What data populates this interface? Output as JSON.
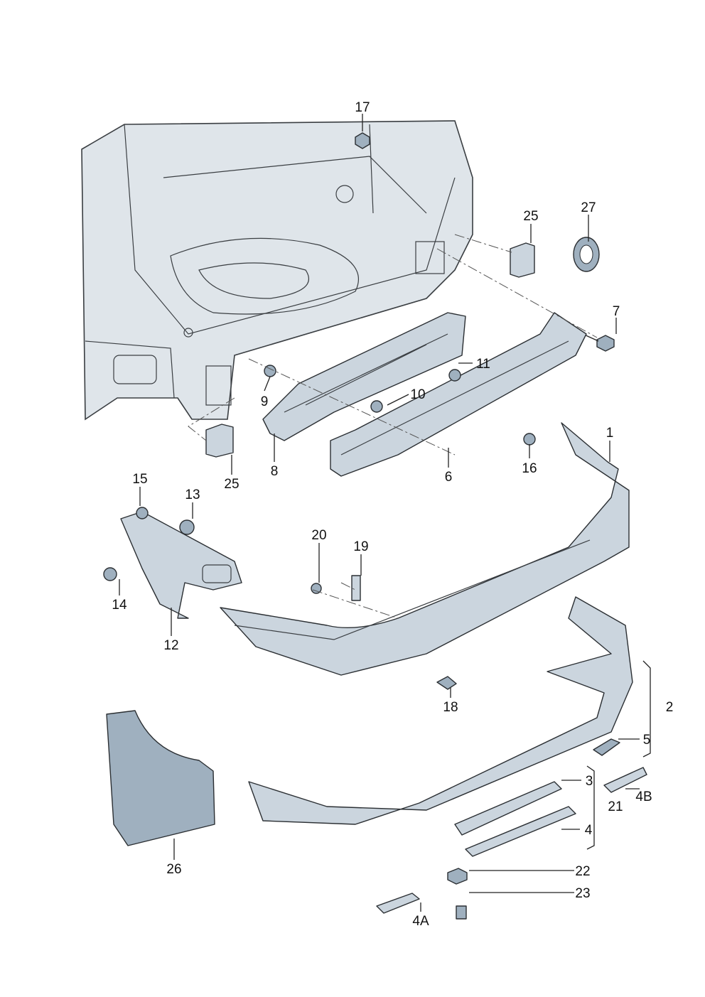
{
  "diagram": {
    "title": "Rear bumper exploded parts diagram",
    "colors": {
      "part_fill": "#cbd5de",
      "part_dark": "#9fb0bf",
      "outline": "#2b2f33",
      "background": "#ffffff"
    },
    "labels": [
      {
        "text": "17"
      },
      {
        "text": "25"
      },
      {
        "text": "27"
      },
      {
        "text": "7"
      },
      {
        "text": "11"
      },
      {
        "text": "10"
      },
      {
        "text": "9"
      },
      {
        "text": "8"
      },
      {
        "text": "25"
      },
      {
        "text": "6"
      },
      {
        "text": "1"
      },
      {
        "text": "16"
      },
      {
        "text": "15"
      },
      {
        "text": "13"
      },
      {
        "text": "14"
      },
      {
        "text": "12"
      },
      {
        "text": "20"
      },
      {
        "text": "19"
      },
      {
        "text": "18"
      },
      {
        "text": "2"
      },
      {
        "text": "5"
      },
      {
        "text": "3"
      },
      {
        "text": "4B"
      },
      {
        "text": "21"
      },
      {
        "text": "4"
      },
      {
        "text": "22"
      },
      {
        "text": "23"
      },
      {
        "text": "4A"
      },
      {
        "text": "26"
      }
    ]
  }
}
